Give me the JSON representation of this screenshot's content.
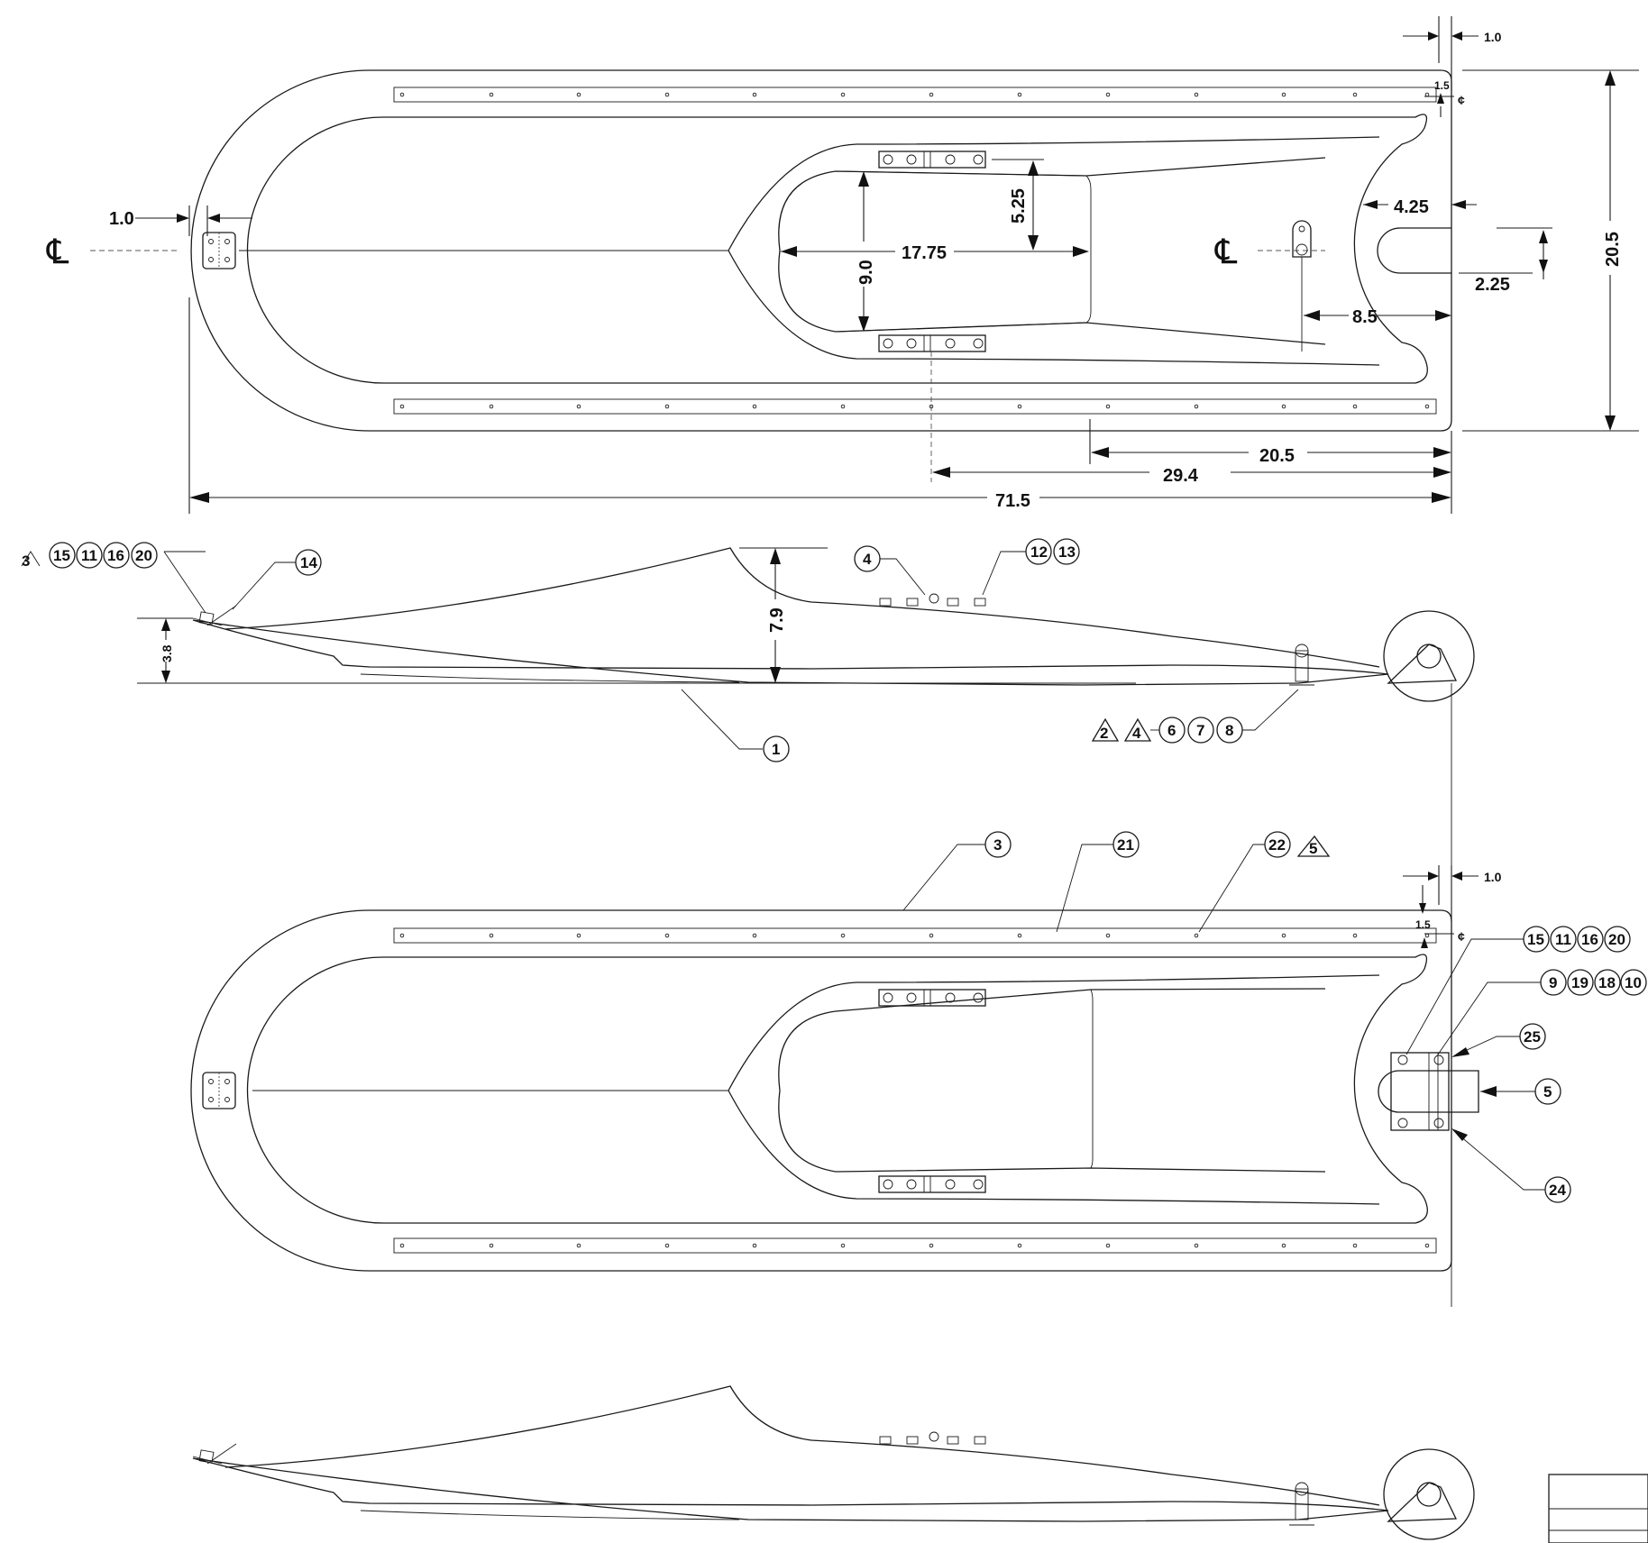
{
  "dimensions": {
    "top_gap": "1.0",
    "top_offset": "1.5",
    "width": "20.5",
    "left_gap": "1.0",
    "insert_height": "5.25",
    "insert_length": "17.75",
    "insert_width": "9.0",
    "slot_depth": "4.25",
    "slot_width": "2.25",
    "pivot_offset": "8.5",
    "bottom_20_5": "20.5",
    "bottom_29_4": "29.4",
    "overall_length": "71.5",
    "nose_height": "3.8",
    "cockpit_height": "7.9",
    "lower_gap": "1.0",
    "lower_offset": "1.5"
  },
  "centerline_symbol": "℄",
  "centerline_small": "¢",
  "balloons": {
    "b1": "1",
    "b3": "3",
    "b4": "4",
    "b5": "5",
    "b6": "6",
    "b7": "7",
    "b8": "8",
    "b9": "9",
    "b10": "10",
    "b11": "11",
    "b12": "12",
    "b13": "13",
    "b14": "14",
    "b15": "15",
    "b16": "16",
    "b18": "18",
    "b19": "19",
    "b20": "20",
    "b21": "21",
    "b22": "22",
    "b24": "24",
    "b25": "25"
  },
  "flags": {
    "f2": "2",
    "f3": "3",
    "f4": "4",
    "f5": "5"
  }
}
